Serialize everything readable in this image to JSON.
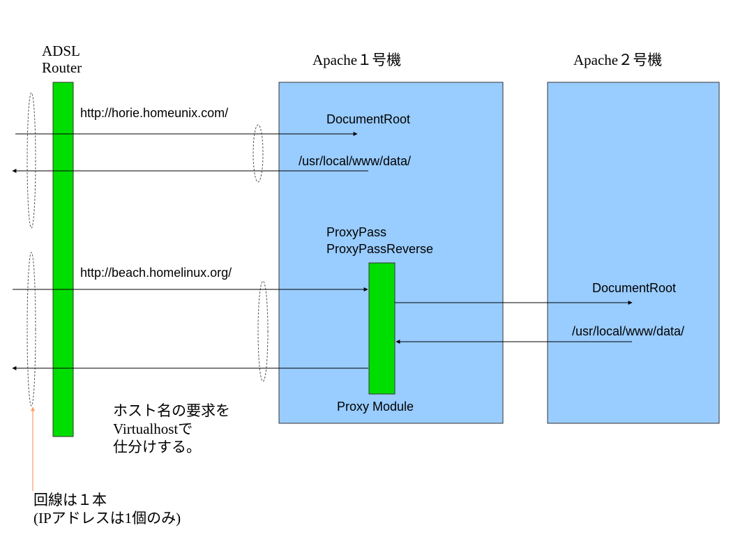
{
  "router": {
    "title_line1": "ADSL",
    "title_line2": "Router"
  },
  "apache1": {
    "title": "Apache１号機",
    "document_root": "DocumentRoot",
    "data_path": "/usr/local/www/data/",
    "proxy_line1": "ProxyPass",
    "proxy_line2": "ProxyPassReverse",
    "proxy_module": "Proxy Module"
  },
  "apache2": {
    "title": "Apache２号機",
    "document_root": "DocumentRoot",
    "data_path": "/usr/local/www/data/"
  },
  "urls": {
    "horie": "http://horie.homeunix.com/",
    "beach": "http://beach.homelinux.org/"
  },
  "notes": {
    "virtualhost_line1": "ホスト名の要求を",
    "virtualhost_line2": "Virtualhostで",
    "virtualhost_line3": "仕分けする。",
    "line_line1": "回線は１本",
    "line_line2": "(IPアドレスは1個のみ)"
  },
  "colors": {
    "box": "#99ccff",
    "green": "#00dd00",
    "arrow": "#000000",
    "note_arrow": "#ff9966"
  }
}
